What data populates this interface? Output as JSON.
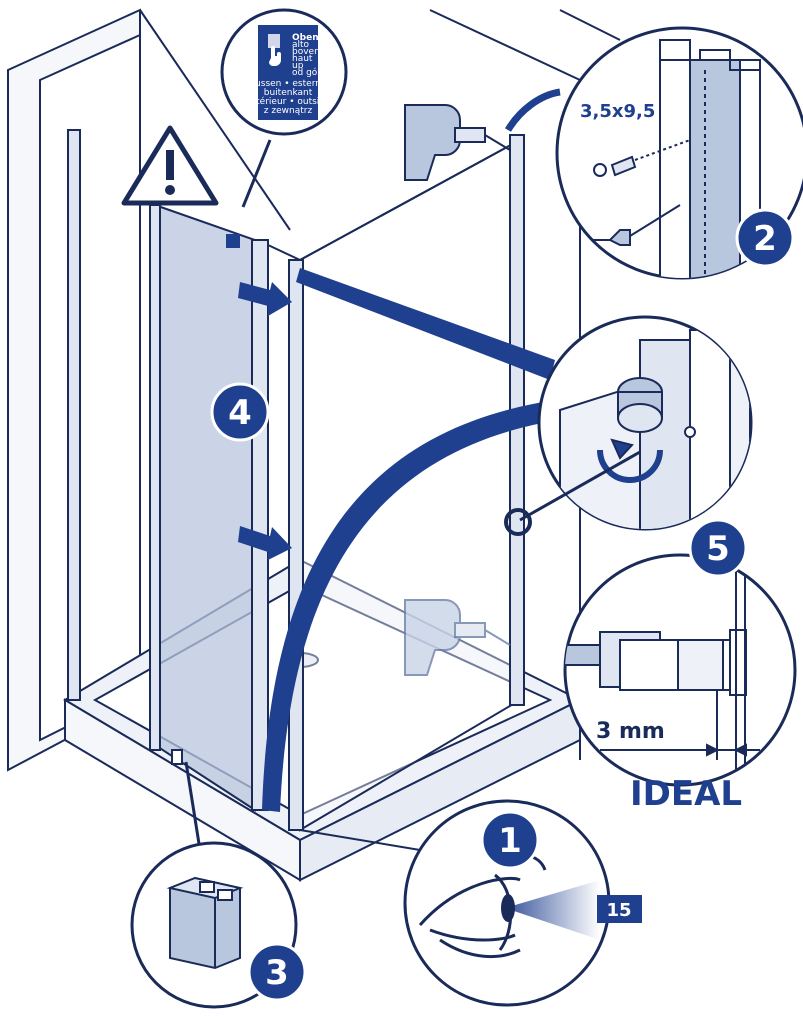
{
  "colors": {
    "brand": "#1f3f8f",
    "line": "#1a2b5a",
    "glass": "#b8c6de",
    "wall": "#eef1f7",
    "floor": "#dde4ef"
  },
  "steps": [
    {
      "number": "1",
      "icon": "eye-icon"
    },
    {
      "number": "2",
      "icon": "drill-icon"
    },
    {
      "number": "3",
      "icon": "clip-icon"
    },
    {
      "number": "4",
      "icon": "arrow-icon"
    },
    {
      "number": "5",
      "icon": "hinge-icon"
    }
  ],
  "screw_size": "3,5x9,5",
  "gap_measure": "3 mm",
  "ideal_label": "IDEAL",
  "wait_value": "15",
  "warning_icon": "warning-triangle-icon",
  "sticker": {
    "icon": "hand-icon",
    "top_lines": [
      "Oben",
      "alto",
      "boven",
      "haut",
      "up",
      "od góry"
    ],
    "mid_lines": [
      "aussen • esterno",
      "buitenkant",
      "extérieur • outside",
      "z zewnątrz"
    ]
  }
}
